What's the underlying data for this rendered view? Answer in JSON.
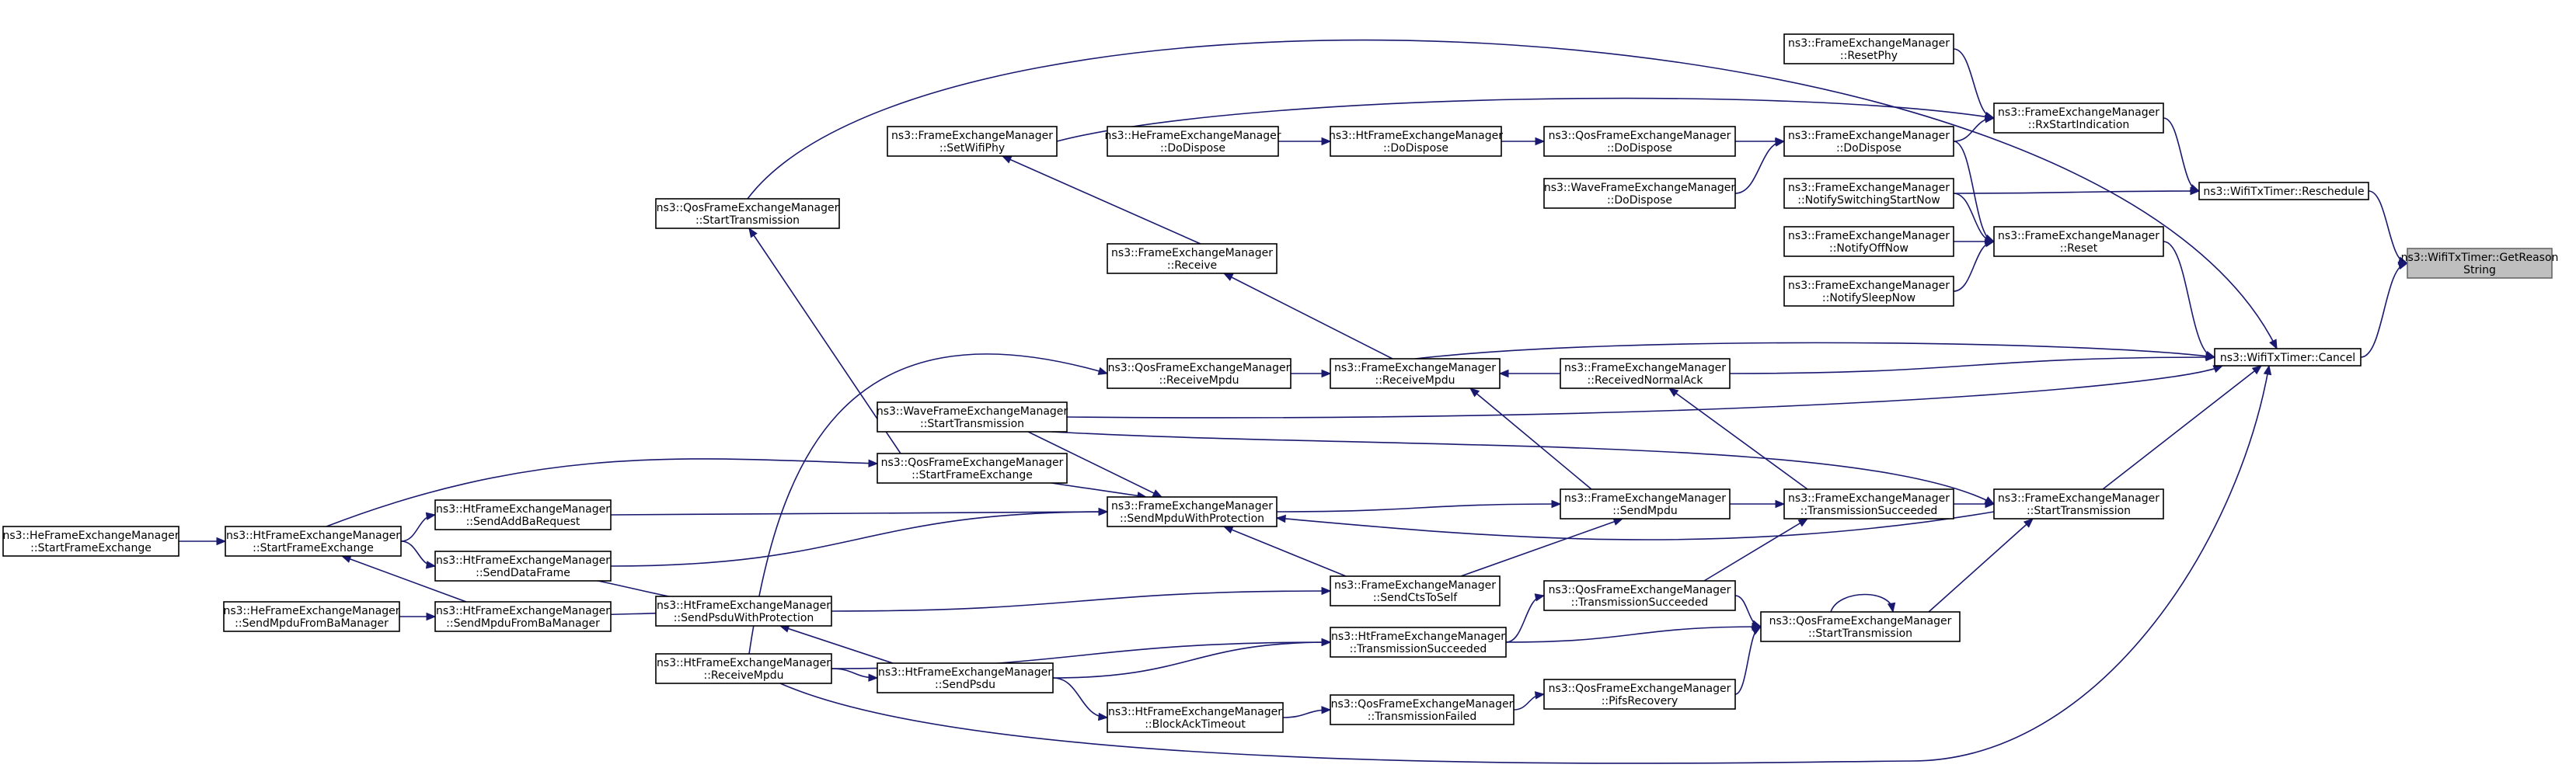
{
  "colors": {
    "edge": "#191970",
    "node_border": "#000000",
    "node_fill": "#ffffff",
    "root_fill": "#bfbfbf",
    "root_border": "#666666"
  },
  "nodes": [
    {
      "id": "gettimeout",
      "lines": [
        "ns3::WifiTxTimer::GetReason",
        "String"
      ],
      "root": true
    },
    {
      "id": "reschedule",
      "lines": [
        "ns3::WifiTxTimer::Reschedule"
      ]
    },
    {
      "id": "cancel",
      "lines": [
        "ns3::WifiTxTimer::Cancel"
      ]
    },
    {
      "id": "rxstartind",
      "lines": [
        "ns3::FrameExchangeManager",
        "::RxStartIndication"
      ]
    },
    {
      "id": "resetphy",
      "lines": [
        "ns3::FrameExchangeManager",
        "::ResetPhy"
      ]
    },
    {
      "id": "fem_dodispose",
      "lines": [
        "ns3::FrameExchangeManager",
        "::DoDispose"
      ]
    },
    {
      "id": "notifyswitch",
      "lines": [
        "ns3::FrameExchangeManager",
        "::NotifySwitchingStartNow"
      ]
    },
    {
      "id": "fem_reset",
      "lines": [
        "ns3::FrameExchangeManager",
        "::Reset"
      ]
    },
    {
      "id": "notifyoff",
      "lines": [
        "ns3::FrameExchangeManager",
        "::NotifyOffNow"
      ]
    },
    {
      "id": "notifysleep",
      "lines": [
        "ns3::FrameExchangeManager",
        "::NotifySleepNow"
      ]
    },
    {
      "id": "qos_dodispose",
      "lines": [
        "ns3::QosFrameExchangeManager",
        "::DoDispose"
      ]
    },
    {
      "id": "wave_dodispose",
      "lines": [
        "ns3::WaveFrameExchangeManager",
        "::DoDispose"
      ]
    },
    {
      "id": "ht_dodispose",
      "lines": [
        "ns3::HtFrameExchangeManager",
        "::DoDispose"
      ]
    },
    {
      "id": "he_dodispose",
      "lines": [
        "ns3::HeFrameExchangeManager",
        "::DoDispose"
      ]
    },
    {
      "id": "setwifiphy",
      "lines": [
        "ns3::FrameExchangeManager",
        "::SetWifiPhy"
      ]
    },
    {
      "id": "qos_starttx",
      "lines": [
        "ns3::QosFrameExchangeManager",
        "::StartTransmission"
      ]
    },
    {
      "id": "fem_receive",
      "lines": [
        "ns3::FrameExchangeManager",
        "::Receive"
      ]
    },
    {
      "id": "fem_receivempdu",
      "lines": [
        "ns3::FrameExchangeManager",
        "::ReceiveMpdu"
      ]
    },
    {
      "id": "qos_receivempdu",
      "lines": [
        "ns3::QosFrameExchangeManager",
        "::ReceiveMpdu"
      ]
    },
    {
      "id": "recvnormalack",
      "lines": [
        "ns3::FrameExchangeManager",
        "::ReceivedNormalAck"
      ]
    },
    {
      "id": "wave_starttx",
      "lines": [
        "ns3::WaveFrameExchangeManager",
        "::StartTransmission"
      ]
    },
    {
      "id": "qos_startfe",
      "lines": [
        "ns3::QosFrameExchangeManager",
        "::StartFrameExchange"
      ]
    },
    {
      "id": "fem_starttx",
      "lines": [
        "ns3::FrameExchangeManager",
        "::StartTransmission"
      ]
    },
    {
      "id": "fem_sendmpdu",
      "lines": [
        "ns3::FrameExchangeManager",
        "::SendMpdu"
      ]
    },
    {
      "id": "fem_txsucc",
      "lines": [
        "ns3::FrameExchangeManager",
        "::TransmissionSucceeded"
      ]
    },
    {
      "id": "sendmpduprot",
      "lines": [
        "ns3::FrameExchangeManager",
        "::SendMpduWithProtection"
      ]
    },
    {
      "id": "sendcts",
      "lines": [
        "ns3::FrameExchangeManager",
        "::SendCtsToSelf"
      ]
    },
    {
      "id": "ht_sendaddba",
      "lines": [
        "ns3::HtFrameExchangeManager",
        "::SendAddBaRequest"
      ]
    },
    {
      "id": "ht_startfe",
      "lines": [
        "ns3::HtFrameExchangeManager",
        "::StartFrameExchange"
      ]
    },
    {
      "id": "he_startfe",
      "lines": [
        "ns3::HeFrameExchangeManager",
        "::StartFrameExchange"
      ]
    },
    {
      "id": "ht_senddata",
      "lines": [
        "ns3::HtFrameExchangeManager",
        "::SendDataFrame"
      ]
    },
    {
      "id": "ht_sendpsduprot",
      "lines": [
        "ns3::HtFrameExchangeManager",
        "::SendPsduWithProtection"
      ]
    },
    {
      "id": "ht_sendmpdufromba",
      "lines": [
        "ns3::HtFrameExchangeManager",
        "::SendMpduFromBaManager"
      ]
    },
    {
      "id": "he_sendmpdufromba",
      "lines": [
        "ns3::HeFrameExchangeManager",
        "::SendMpduFromBaManager"
      ]
    },
    {
      "id": "qos_txsucc",
      "lines": [
        "ns3::QosFrameExchangeManager",
        "::TransmissionSucceeded"
      ]
    },
    {
      "id": "qos_starttx2",
      "lines": [
        "ns3::QosFrameExchangeManager",
        "::StartTransmission"
      ]
    },
    {
      "id": "ht_txsucc",
      "lines": [
        "ns3::HtFrameExchangeManager",
        "::TransmissionSucceeded"
      ]
    },
    {
      "id": "ht_receivempdu",
      "lines": [
        "ns3::HtFrameExchangeManager",
        "::ReceiveMpdu"
      ]
    },
    {
      "id": "ht_sendpsdu",
      "lines": [
        "ns3::HtFrameExchangeManager",
        "::SendPsdu"
      ]
    },
    {
      "id": "qos_pifs",
      "lines": [
        "ns3::QosFrameExchangeManager",
        "::PifsRecovery"
      ]
    },
    {
      "id": "qos_txfailed",
      "lines": [
        "ns3::QosFrameExchangeManager",
        "::TransmissionFailed"
      ]
    },
    {
      "id": "ht_blockacktimeout",
      "lines": [
        "ns3::HtFrameExchangeManager",
        "::BlockAckTimeout"
      ]
    }
  ]
}
